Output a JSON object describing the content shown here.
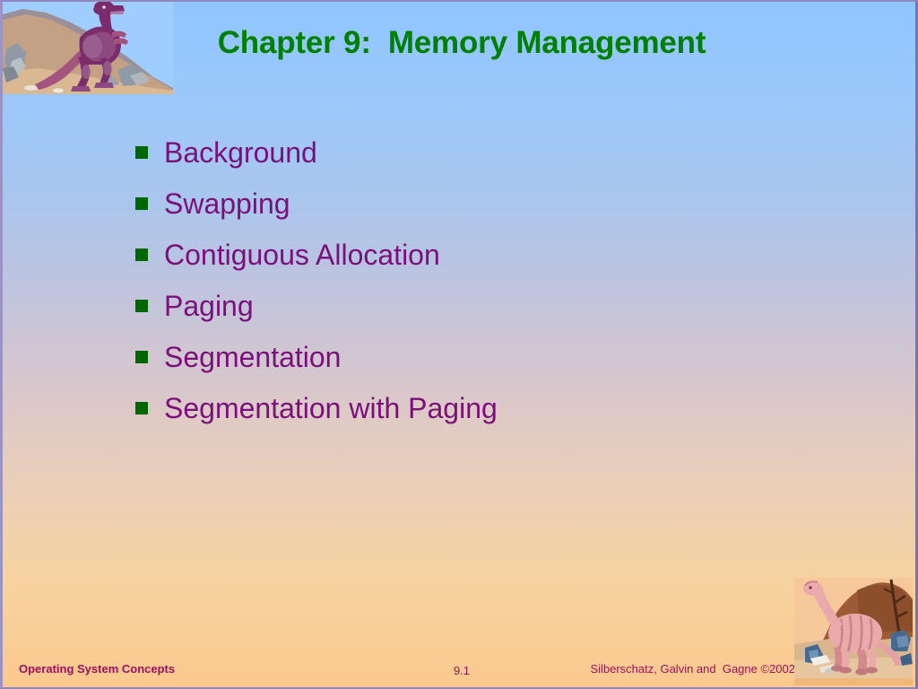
{
  "slide": {
    "title": "Chapter 9:  Memory Management",
    "title_color": "#008000",
    "background_top_color": "#8FC6FF",
    "background_bottom_color": "#FBC98E",
    "border_color": "#7B72B0"
  },
  "bullets": {
    "marker_color": "#006600",
    "text_color": "#7B0F7B",
    "items": [
      {
        "label": "Background"
      },
      {
        "label": "Swapping"
      },
      {
        "label": "Contiguous Allocation"
      },
      {
        "label": "Paging"
      },
      {
        "label": "Segmentation"
      },
      {
        "label": "Segmentation with Paging"
      }
    ]
  },
  "footer": {
    "left": "Operating System Concepts",
    "page_number": "9.1",
    "right": "Silberschatz, Galvin and  Gagne ©2002",
    "text_color": "#9C1060"
  },
  "artwork": {
    "top_left": "trex-on-hill-image",
    "bottom_right": "brontosaurus-on-hill-image"
  }
}
